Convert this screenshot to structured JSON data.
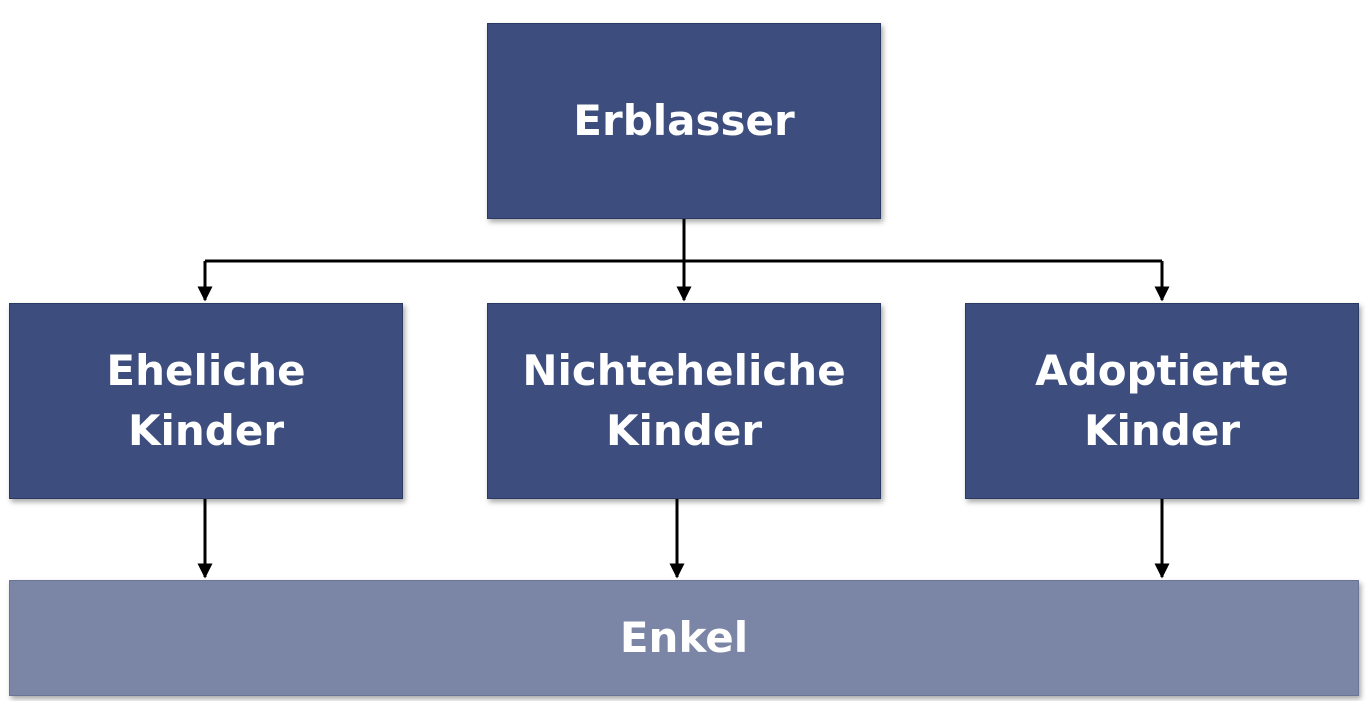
{
  "diagram": {
    "root": {
      "label": "Erblasser"
    },
    "children": [
      {
        "line1": "Eheliche",
        "line2": "Kinder"
      },
      {
        "line1": "Nichteheliche",
        "line2": "Kinder"
      },
      {
        "line1": "Adoptierte",
        "line2": "Kinder"
      }
    ],
    "bottom": {
      "label": "Enkel"
    },
    "colors": {
      "box_fill": "#3d4e7e",
      "bottom_fill": "#7b85a5",
      "text": "#ffffff",
      "connector": "#000000"
    }
  }
}
